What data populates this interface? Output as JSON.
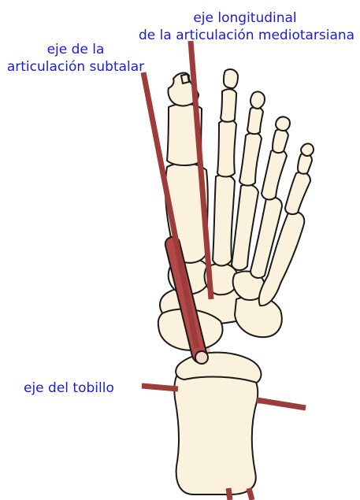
{
  "labels": {
    "longitudinal_line1": "eje longitudinal",
    "longitudinal_line2": "de la articulación mediotarsiana",
    "subtalar_line1": "eje de la",
    "subtalar_line2": "articulación subtalar",
    "tobillo": "eje del tobillo"
  },
  "colors": {
    "bone_fill": "#faf2dc",
    "bone_outline": "#1a1a1a",
    "axis": "#9e3b3b",
    "axis_behind": "#e6c2b4",
    "tendon": "#b24848",
    "label_text": "#1c1cd6"
  }
}
